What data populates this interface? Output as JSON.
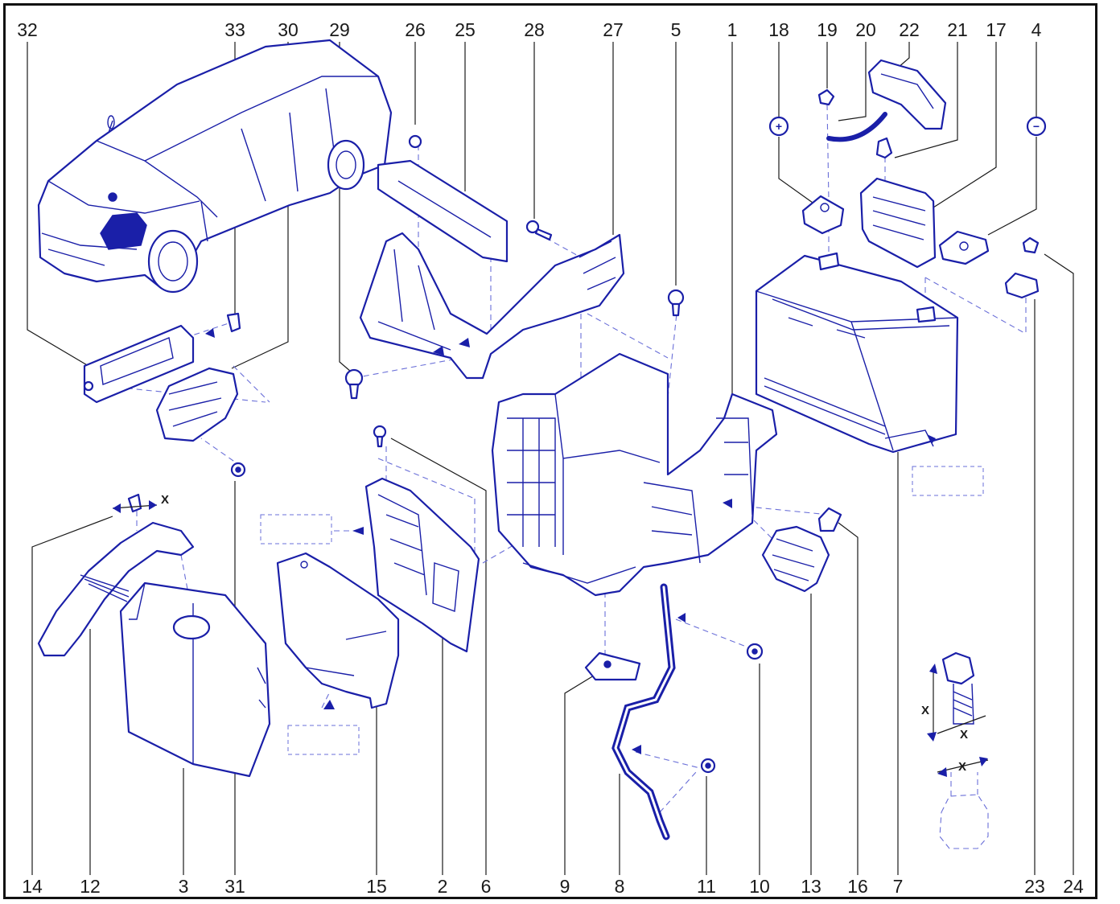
{
  "labels_top": [
    "32",
    "33",
    "30",
    "29",
    "26",
    "25",
    "28",
    "27",
    "5",
    "1",
    "18",
    "19",
    "20",
    "22",
    "21",
    "17",
    "4"
  ],
  "labels_bottom": [
    "14",
    "12",
    "3",
    "31",
    "15",
    "2",
    "6",
    "9",
    "8",
    "11",
    "10",
    "13",
    "16",
    "7",
    "23",
    "24"
  ],
  "symbols": {
    "positive": "+",
    "negative": "−",
    "dimension": "X"
  },
  "colors": {
    "line_art": "#1a1fa8",
    "leader": "#1a1a1a",
    "frame": "#111111"
  }
}
